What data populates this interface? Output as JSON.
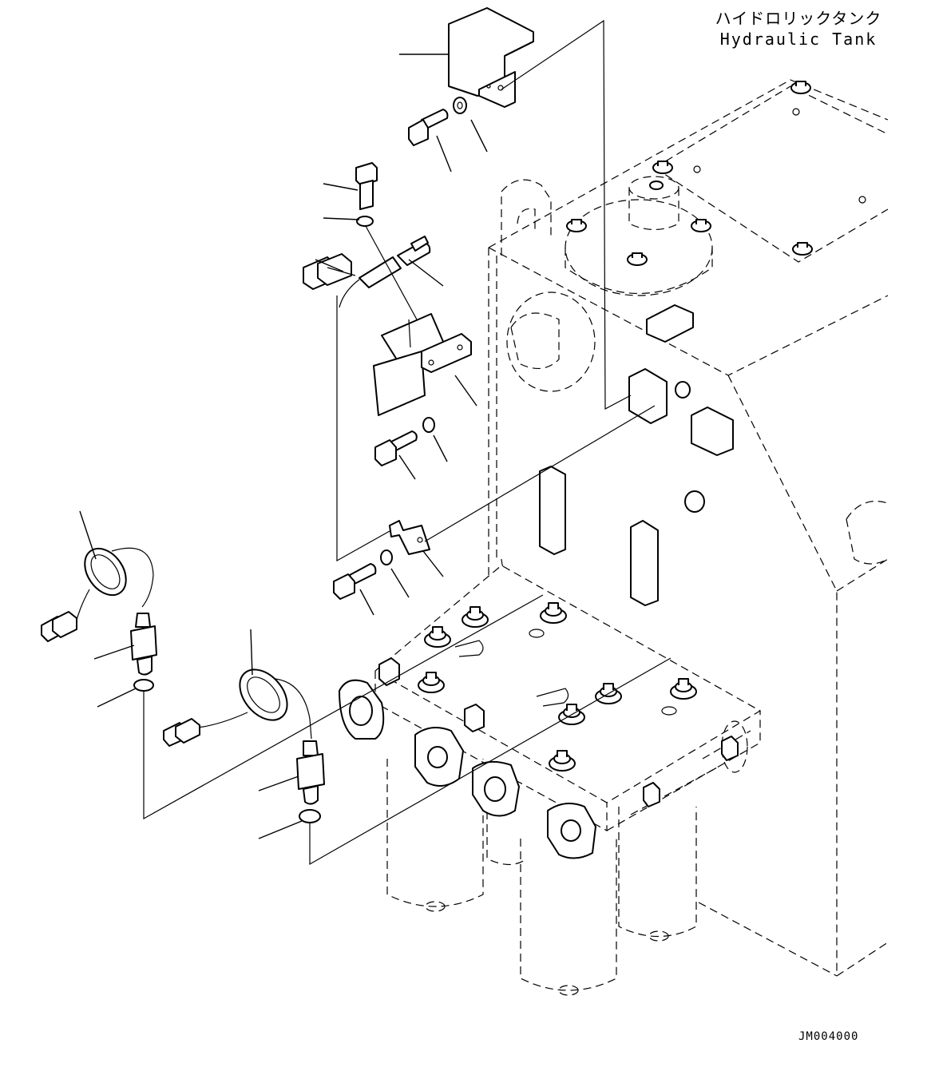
{
  "title": {
    "japanese": "ハイドロリックタンク",
    "english": "Hydraulic Tank"
  },
  "drawing_id": "JM004000"
}
